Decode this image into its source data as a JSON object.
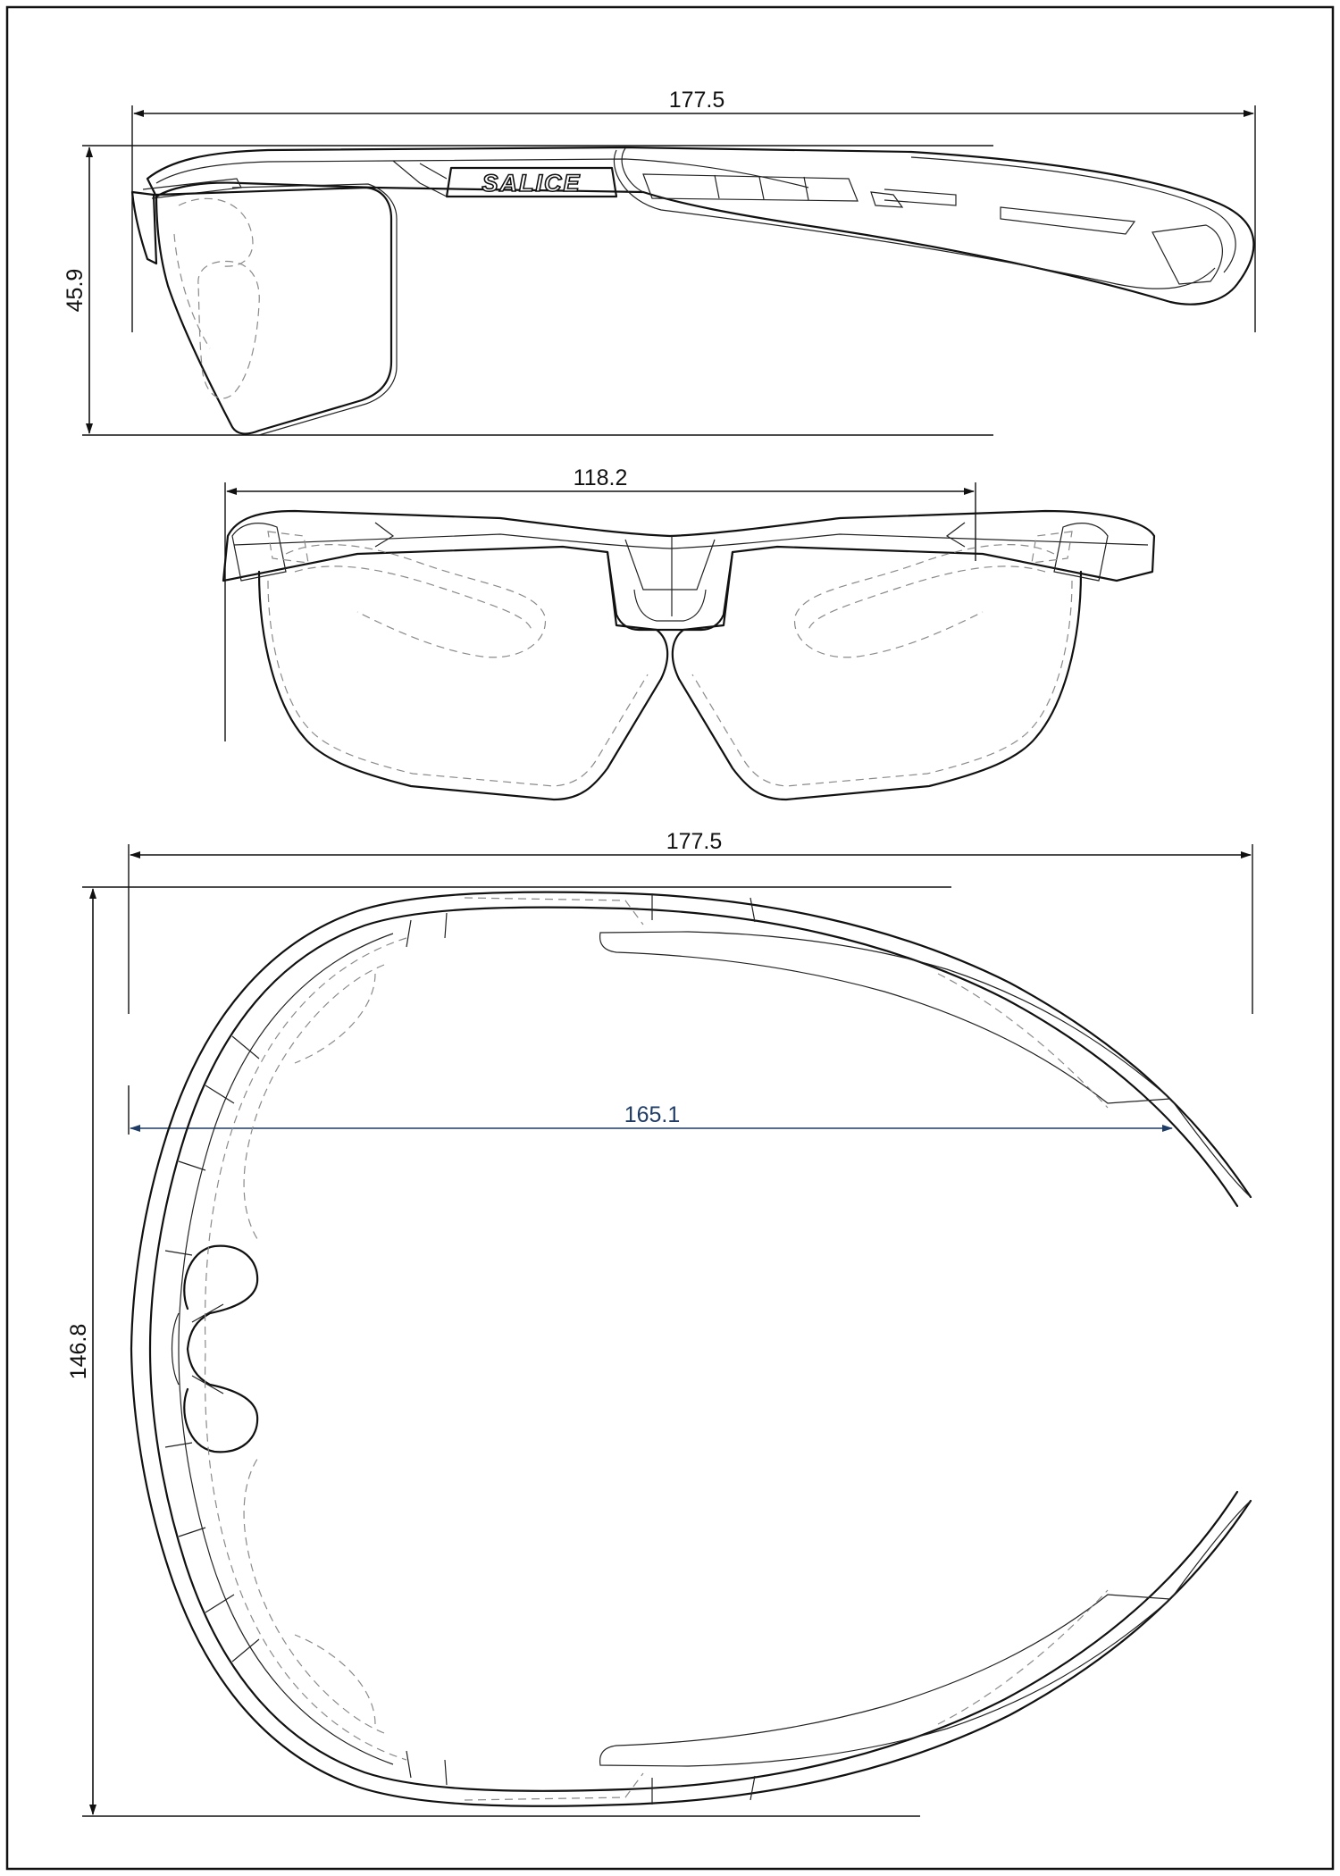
{
  "drawing": {
    "brand_logo": "SALICE",
    "side_view": {
      "length": "177.5",
      "height": "45.9"
    },
    "front_view": {
      "width": "118.2"
    },
    "top_view": {
      "length": "177.5",
      "temple_span": "165.1",
      "depth": "146.8"
    }
  },
  "colors": {
    "line": "#111111",
    "hidden_line": "#8a8a8a",
    "accent_dimension": "#1f3c66"
  }
}
